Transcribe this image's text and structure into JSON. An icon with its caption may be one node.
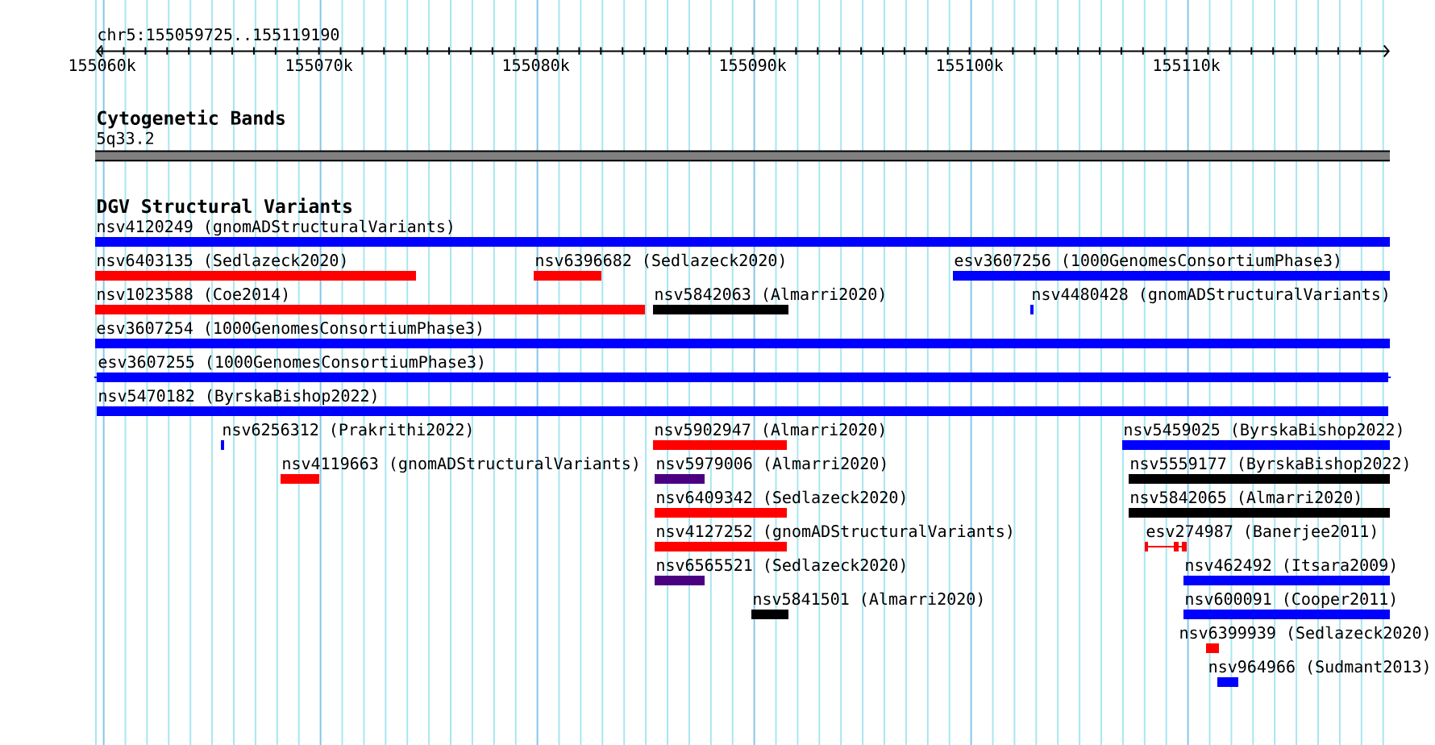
{
  "diagram": {
    "nodes": [
      {
        "text": [
          "5q33.2"
        ]
      },
      {
        "text": [
          "nsv4120249 (gnomADStructuralVariants)"
        ]
      },
      {
        "text": [
          "nsv6403135 (Sedlazeck2020)"
        ]
      },
      {
        "text": [
          "nsv6396682 (Sedlazeck2020)"
        ]
      },
      {
        "text": [
          "esv3607256 (1000GenomesConsortiumPhase3)"
        ]
      },
      {
        "text": [
          "nsv1023588 (Coe2014)"
        ]
      },
      {
        "text": [
          "nsv5842063 (Almarri2020)"
        ]
      },
      {
        "text": [
          "nsv4480428 (gnomADStructuralVariants)"
        ]
      },
      {
        "text": [
          "esv3607254 (1000GenomesConsortiumPhase3)"
        ]
      },
      {
        "text": [
          "esv3607255 (1000GenomesConsortiumPhase3)"
        ]
      },
      {
        "text": [
          "nsv5470182 (ByrskaBishop2022)"
        ]
      },
      {
        "text": [
          "nsv6256312 (Prakrithi2022)"
        ]
      },
      {
        "text": [
          "nsv5902947 (Almarri2020)"
        ]
      },
      {
        "text": [
          "nsv5459025 (ByrskaBishop2022)"
        ]
      },
      {
        "text": [
          "nsv4119663 (gnomADStructuralVariants)"
        ]
      },
      {
        "text": [
          "nsv5979006 (Almarri2020)"
        ]
      },
      {
        "text": [
          "nsv5559177 (ByrskaBishop2022)"
        ]
      },
      {
        "text": [
          "nsv6409342 (Sedlazeck2020)"
        ]
      },
      {
        "text": [
          "nsv5842065 (Almarri2020)"
        ]
      },
      {
        "text": [
          "nsv4127252 (gnomADStructuralVariants)"
        ]
      },
      {
        "text": [
          "esv274987 (Banerjee2011)"
        ]
      },
      {
        "text": [
          "nsv6565521 (Sedlazeck2020)"
        ]
      },
      {
        "text": [
          "nsv462492 (Itsara2009)"
        ]
      },
      {
        "text": [
          "nsv5841501 (Almarri2020)"
        ]
      },
      {
        "text": [
          "nsv600091 (Cooper2011)"
        ]
      },
      {
        "text": [
          "nsv6399939 (Sedlazeck2020)"
        ]
      },
      {
        "text": [
          "nsv964966 (Sudmant2013)"
        ]
      }
    ],
    "labels": [
      "chr5:155059725..155119190",
      "155060k",
      "155070k",
      "155080k",
      "155090k",
      "155100k",
      "155110k",
      "Cytogenetic Bands",
      "DGV Structural Variants"
    ]
  }
}
